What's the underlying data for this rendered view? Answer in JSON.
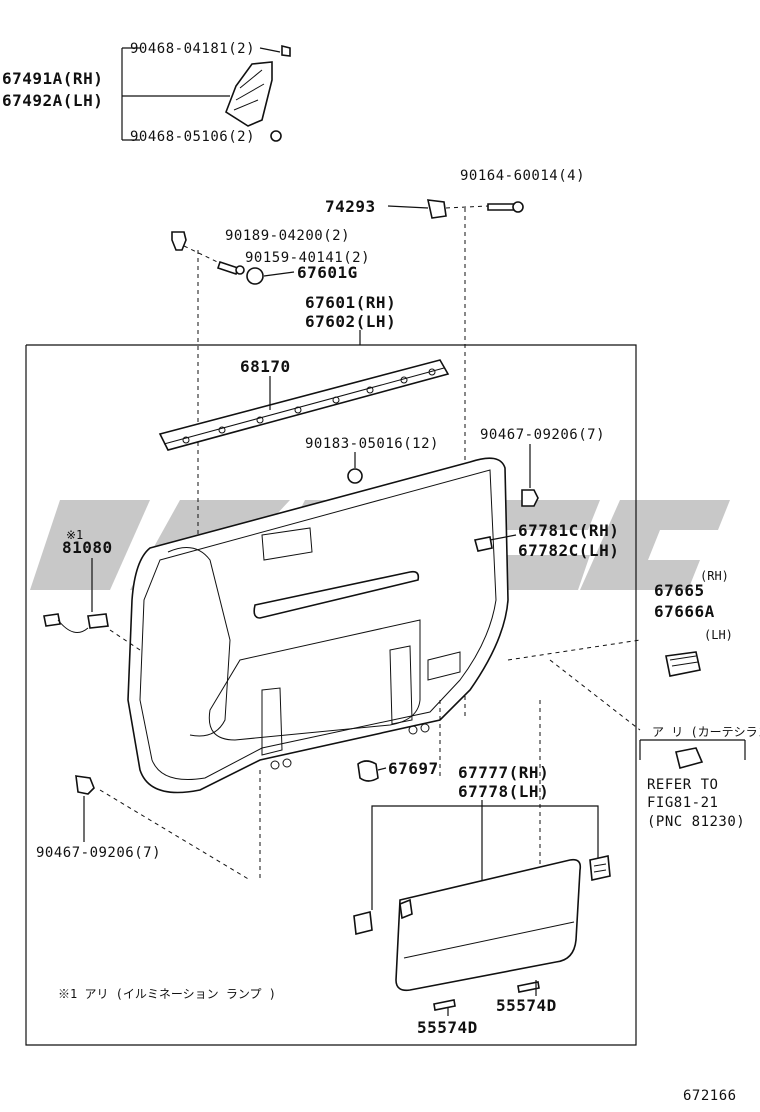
{
  "labels": {
    "p90468_04181": "90468-04181(2)",
    "p67491a": "67491A(RH)",
    "p67492a": "67492A(LH)",
    "p90468_05106": "90468-05106(2)",
    "p90164": "90164-60014(4)",
    "p74293": "74293",
    "p90189": "90189-04200(2)",
    "p90159": "90159-40141(2)",
    "p67601g": "67601G",
    "p67601": "67601(RH)",
    "p67602": "67602(LH)",
    "p68170": "68170",
    "p90183": "90183-05016(12)",
    "p90467_top": "90467-09206(7)",
    "p67781c": "67781C(RH)",
    "p67782c": "67782C(LH)",
    "p81080_mark": "※1",
    "p81080": "81080",
    "p67665_rh": "(RH)",
    "p67665": "67665",
    "p67666a": "67666A",
    "p67666a_lh": "(LH)",
    "curtain_note": "ア リ (カーテシランプ)",
    "refer1": "REFER TO",
    "refer2": "FIG81-21",
    "refer3": "(PNC 81230)",
    "p67697": "67697",
    "p67777": "67777(RH)",
    "p67778": "67778(LH)",
    "p90467_bottom": "90467-09206(7)",
    "footnote": "※1 アリ (イルミネーション ランプ )",
    "p55574d_a": "55574D",
    "p55574d_b": "55574D",
    "fig_number": "672166"
  }
}
